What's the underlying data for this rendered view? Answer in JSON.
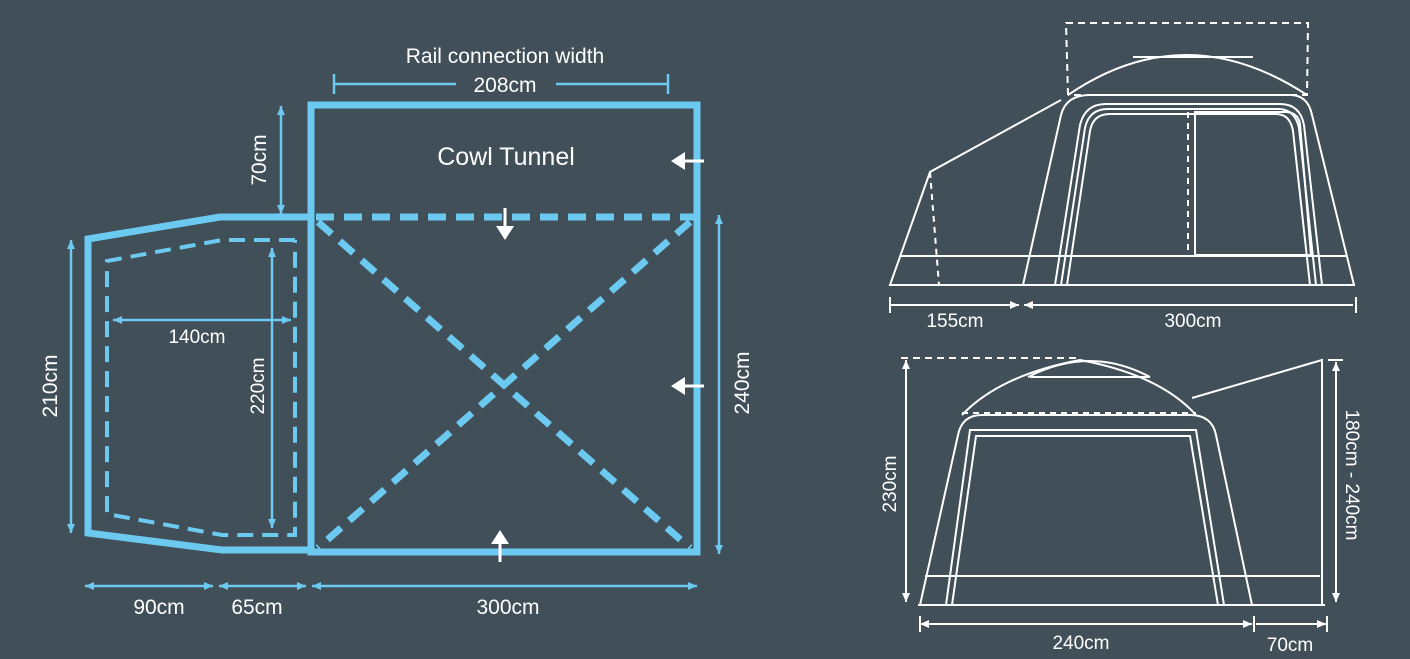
{
  "colors": {
    "background": "#414f59",
    "plan_lines": "#6cc9ef",
    "tent_lines": "#ffffff",
    "label_text": "#ffffff"
  },
  "floor_plan": {
    "rail_label": "Rail connection width",
    "rail_width": "208cm",
    "main_title": "Cowl Tunnel",
    "cowl_height": "70cm",
    "annex_depth": "210cm",
    "bedroom_width": "140cm",
    "bedroom_length": "220cm",
    "main_depth": "240cm",
    "width_left": "90cm",
    "width_mid": "65cm",
    "width_main": "300cm"
  },
  "side_view": {
    "annex_width": "155cm",
    "main_width": "300cm"
  },
  "front_view": {
    "height": "230cm",
    "annex_height": "180cm - 240cm",
    "main_width": "240cm",
    "annex_width": "70cm"
  }
}
